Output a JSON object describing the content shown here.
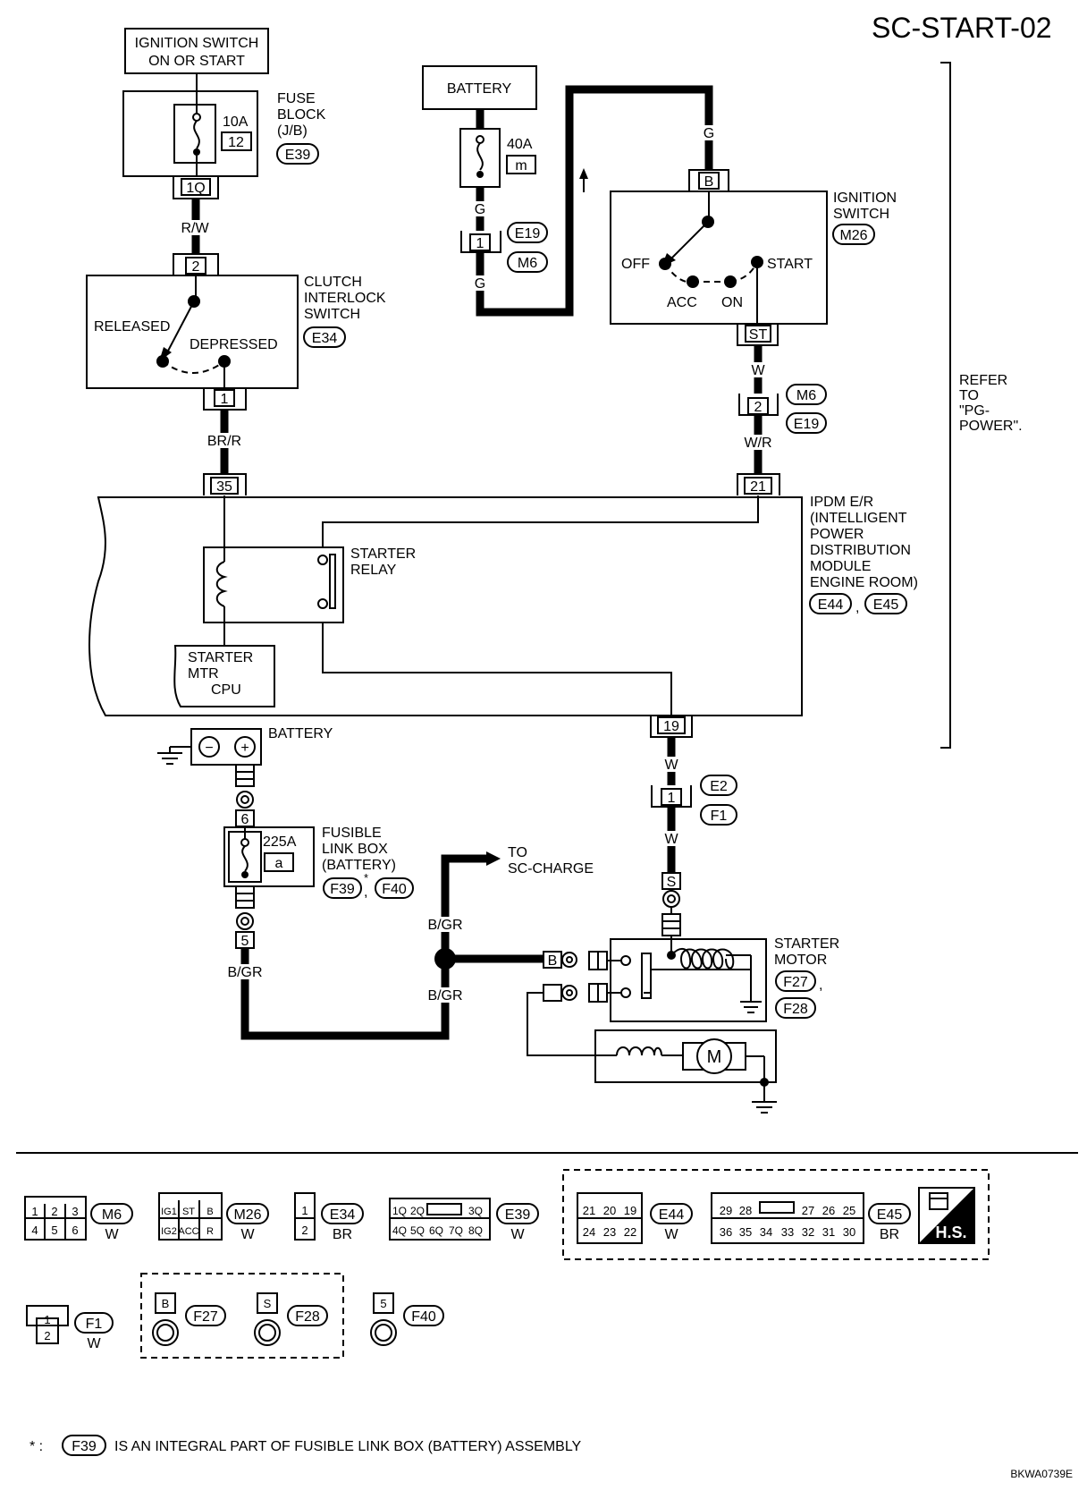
{
  "title": "SC-START-02",
  "doc_code": "BKWA0739E",
  "footnote": {
    "star": "* :",
    "conn": "F39",
    "text": "IS AN INTEGRAL PART OF FUSIBLE LINK BOX (BATTERY) ASSEMBLY"
  },
  "components": {
    "ign_on_start": [
      "IGNITION SWITCH",
      "ON OR START"
    ],
    "fuse_block": {
      "lines": [
        "FUSE",
        "BLOCK",
        "(J/B)"
      ],
      "amp": "10A",
      "num": "12",
      "conn": "E39",
      "pin": "1Q"
    },
    "clutch": {
      "lines": [
        "CLUTCH",
        "INTERLOCK",
        "SWITCH"
      ],
      "conn": "E34",
      "released": "RELEASED",
      "depressed": "DEPRESSED",
      "pin_top": "2",
      "pin_bot": "1"
    },
    "battery_top": {
      "label": "BATTERY",
      "amp": "40A",
      "num": "m"
    },
    "ign_switch": {
      "lines": [
        "IGNITION",
        "SWITCH"
      ],
      "conn": "M26",
      "off": "OFF",
      "acc": "ACC",
      "on": "ON",
      "start": "START",
      "pin_b": "B",
      "pin_st": "ST"
    },
    "refer": [
      "REFER",
      "TO",
      "\"PG-",
      "POWER\"."
    ],
    "ipdm": {
      "lines": [
        "IPDM E/R",
        "(INTELLIGENT",
        "POWER",
        "DISTRIBUTION",
        "MODULE",
        "ENGINE ROOM)"
      ],
      "conn1": "E44",
      "sep": ",",
      "conn2": "E45",
      "pin35": "35",
      "pin21": "21",
      "pin19": "19"
    },
    "starter_relay": [
      "STARTER",
      "RELAY"
    ],
    "starter_cpu": [
      "STARTER",
      "MTR",
      "CPU"
    ],
    "battery_bottom": {
      "label": "BATTERY",
      "minus": "−",
      "plus": "+"
    },
    "fusible": {
      "lines": [
        "FUSIBLE",
        "LINK BOX",
        "(BATTERY)"
      ],
      "amp": "225A",
      "num": "a",
      "conn1": "F39",
      "star": "*",
      "sep": ",",
      "conn2": "F40",
      "pin6": "6",
      "pin5": "5"
    },
    "to_charge": [
      "TO",
      "SC-CHARGE"
    ],
    "starter_motor": {
      "lines": [
        "STARTER",
        "MOTOR"
      ],
      "conn1": "F27",
      "sep": ",",
      "conn2": "F28",
      "pin_b": "B",
      "pin_s": "S",
      "m": "M"
    }
  },
  "wires": {
    "rw": "R/W",
    "brr": "BR/R",
    "g1": "G",
    "g2": "G",
    "g3": "G",
    "w1": "W",
    "wr": "W/R",
    "w2": "W",
    "w3": "W",
    "bgr1": "B/GR",
    "bgr2": "B/GR",
    "bgr3": "B/GR"
  },
  "inline_conns": {
    "e19_m6": {
      "pin": "1",
      "a": "E19",
      "b": "M6"
    },
    "m6_e19": {
      "pin": "2",
      "a": "M6",
      "b": "E19"
    },
    "e2_f1": {
      "pin": "1",
      "a": "E2",
      "b": "F1"
    }
  },
  "legend": {
    "m6": {
      "pins": [
        "1",
        "2",
        "3",
        "4",
        "5",
        "6"
      ],
      "id": "M6",
      "color": "W"
    },
    "m26": {
      "pins": [
        "IG1",
        "ST",
        "B",
        "IG2",
        "ACC",
        "R"
      ],
      "id": "M26",
      "color": "W"
    },
    "e34": {
      "pins": [
        "1",
        "2"
      ],
      "id": "E34",
      "color": "BR"
    },
    "e39": {
      "pins": [
        "1Q",
        "2Q",
        "3Q",
        "4Q",
        "5Q",
        "6Q",
        "7Q",
        "8Q"
      ],
      "id": "E39",
      "color": "W"
    },
    "e44": {
      "pins": [
        "21",
        "20",
        "19",
        "24",
        "23",
        "22"
      ],
      "id": "E44",
      "color": "W"
    },
    "e45": {
      "pins": [
        "29",
        "28",
        "27",
        "26",
        "25",
        "36",
        "35",
        "34",
        "33",
        "32",
        "31",
        "30"
      ],
      "id": "E45",
      "color": "BR"
    },
    "hs": "H.S.",
    "f1": {
      "pins": [
        "1",
        "2"
      ],
      "id": "F1",
      "color": "W"
    },
    "f27": {
      "pin": "B",
      "id": "F27"
    },
    "f28": {
      "pin": "S",
      "id": "F28"
    },
    "f40": {
      "pin": "5",
      "id": "F40"
    }
  }
}
